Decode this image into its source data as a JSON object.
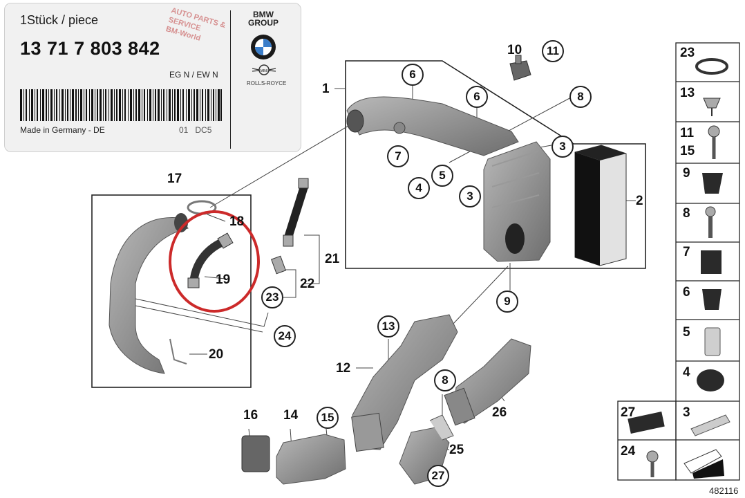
{
  "label": {
    "quantity_text": "1Stück / piece",
    "part_number": "13 71 7 803 842",
    "eg_ew": "EG N / EW N",
    "made_in": "Made in Germany - DE",
    "code_a": "01",
    "code_b": "DC5",
    "brand_top": "BMW",
    "brand_bottom": "GROUP",
    "rolls_royce": "ROLLS-ROYCE",
    "stamp_text": "AUTO PARTS & SERVICE BM-World"
  },
  "diagram_number": "482116",
  "part_labels": {
    "p1": "1",
    "p2": "2",
    "p3a": "3",
    "p3b": "3",
    "p4": "4",
    "p5": "5",
    "p6a": "6",
    "p6b": "6",
    "p7": "7",
    "p8a": "8",
    "p8b": "8",
    "p9": "9",
    "p10": "10",
    "p11": "11",
    "p12": "12",
    "p13": "13",
    "p14": "14",
    "p15": "15",
    "p16": "16",
    "p17": "17",
    "p18": "18",
    "p19": "19",
    "p20": "20",
    "p21": "21",
    "p22": "22",
    "p23": "23",
    "p24": "24",
    "p25": "25",
    "p26": "26",
    "p27": "27"
  },
  "sidebar": {
    "items": [
      "23",
      "13",
      "11",
      "15",
      "9",
      "8",
      "7",
      "6",
      "5",
      "4",
      "27",
      "3",
      "24"
    ]
  },
  "colors": {
    "part_gray": "#8a8a8a",
    "highlight_circle": "#cc2a2a",
    "line": "#222222"
  }
}
